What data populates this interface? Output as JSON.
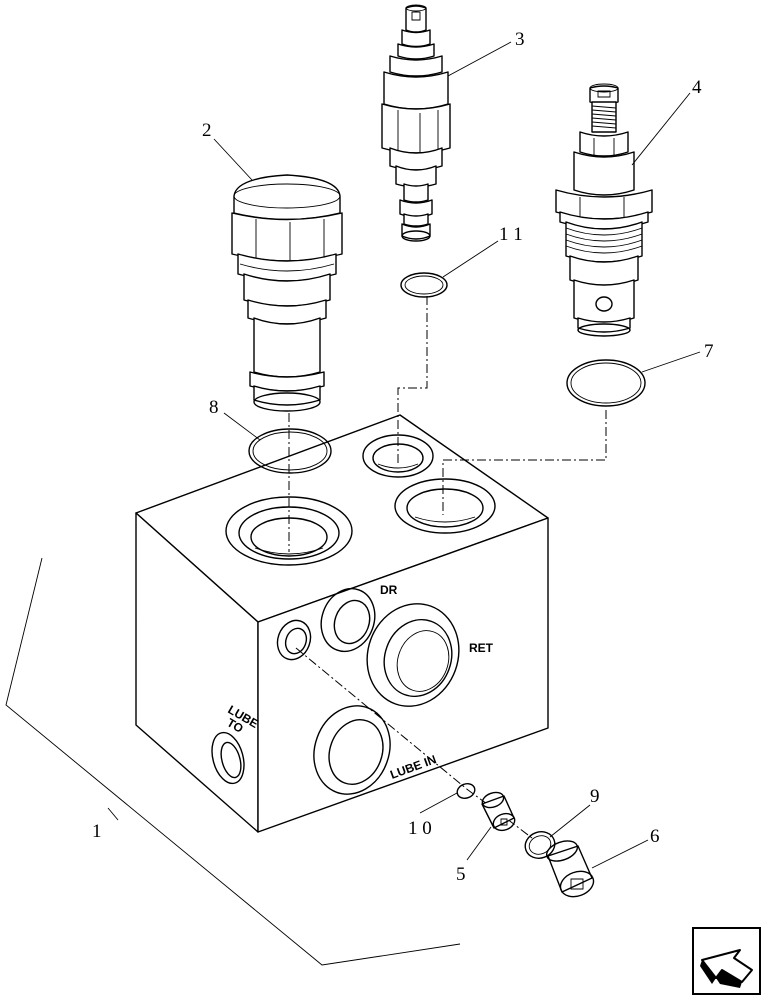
{
  "callouts": {
    "c1": "1",
    "c2": "2",
    "c3": "3",
    "c4": "4",
    "c5": "5",
    "c6": "6",
    "c7": "7",
    "c8": "8",
    "c9": "9",
    "c10": "1 0",
    "c11": "1 1"
  },
  "port_labels": {
    "dr": "DR",
    "ret": "RET",
    "lube_in": "LUBE IN",
    "lube_to_1": "LUBE",
    "lube_to_2": "TO"
  },
  "nav": {
    "icon": "previous-page-arrow-icon"
  }
}
